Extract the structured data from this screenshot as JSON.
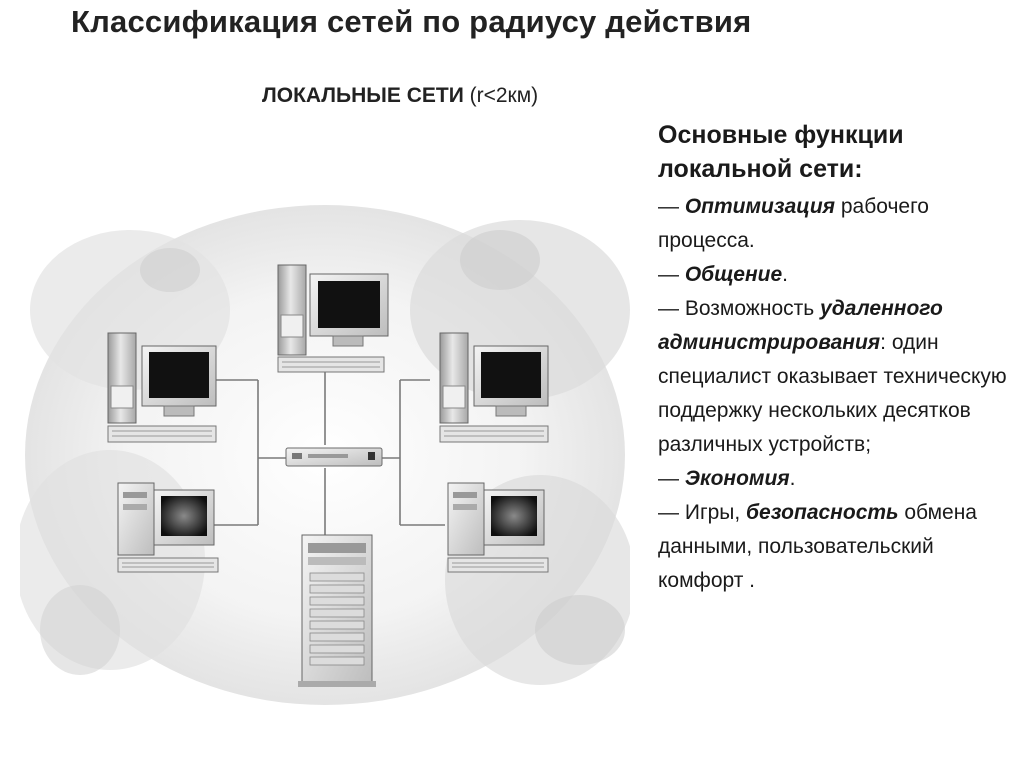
{
  "slide": {
    "title": "Классификация сетей по радиусу действия",
    "subtitle": {
      "bold": "ЛОКАЛЬНЫЕ СЕТИ",
      "normal": " (r<2км)"
    }
  },
  "functions": {
    "heading_line1": "Основные функции",
    "heading_line2": "локальной сети:",
    "items": [
      {
        "dash": "— ",
        "emphasis": "Оптимизация",
        "rest": " рабочего процесса."
      },
      {
        "dash": "— ",
        "emphasis": "Общение",
        "rest": "."
      },
      {
        "dash": "— ",
        "pre": "Возможность ",
        "emphasis": "удаленного администрирования",
        "rest": ": один специалист оказывает техническую поддержку нескольких десятков различных устройств;"
      },
      {
        "dash": "— ",
        "emphasis": "Экономия",
        "rest": "."
      },
      {
        "dash": "— ",
        "pre": "Игры, ",
        "emphasis": "безопасность",
        "rest": " обмена данными, пользовательский комфорт ."
      }
    ]
  },
  "diagram": {
    "nodes": [
      "computer-top",
      "computer-left-upper",
      "computer-right-upper",
      "computer-left-lower",
      "computer-right-lower",
      "server-bottom",
      "network-switch"
    ],
    "colors": {
      "line": "#7a7a7a",
      "case": "#cfcfcf",
      "screen": "#111111",
      "backdrop": "#ececec"
    }
  }
}
